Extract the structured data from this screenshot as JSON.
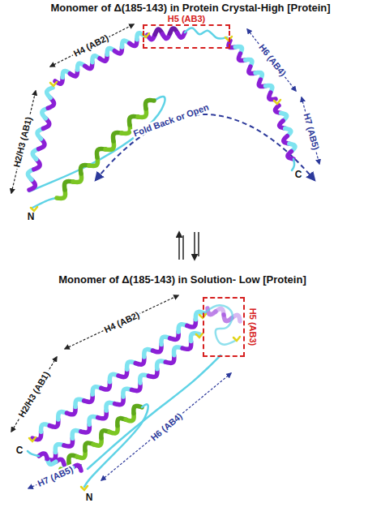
{
  "diagram": {
    "nodes": [
      {
        "text": [
          "H5 (AB3)"
        ]
      },
      {
        "text": [
          "H5 (AB3)"
        ]
      }
    ],
    "labels": [
      "Monomer of Δ(185-143) in Protein Crystal-High [Protein]",
      "H4 (AB2)",
      "H2/H3 (AB1)",
      "H6 (AB4)",
      "H7 (AB5)",
      "Fold Back or Open",
      "C",
      "N",
      "Monomer of Δ(185-143) in Solution- Low [Protein]",
      "H4 (AB2)",
      "H2/H3 (AB1)",
      "H6 (AB4)",
      "C",
      "H7 (AB5)",
      "N"
    ]
  }
}
